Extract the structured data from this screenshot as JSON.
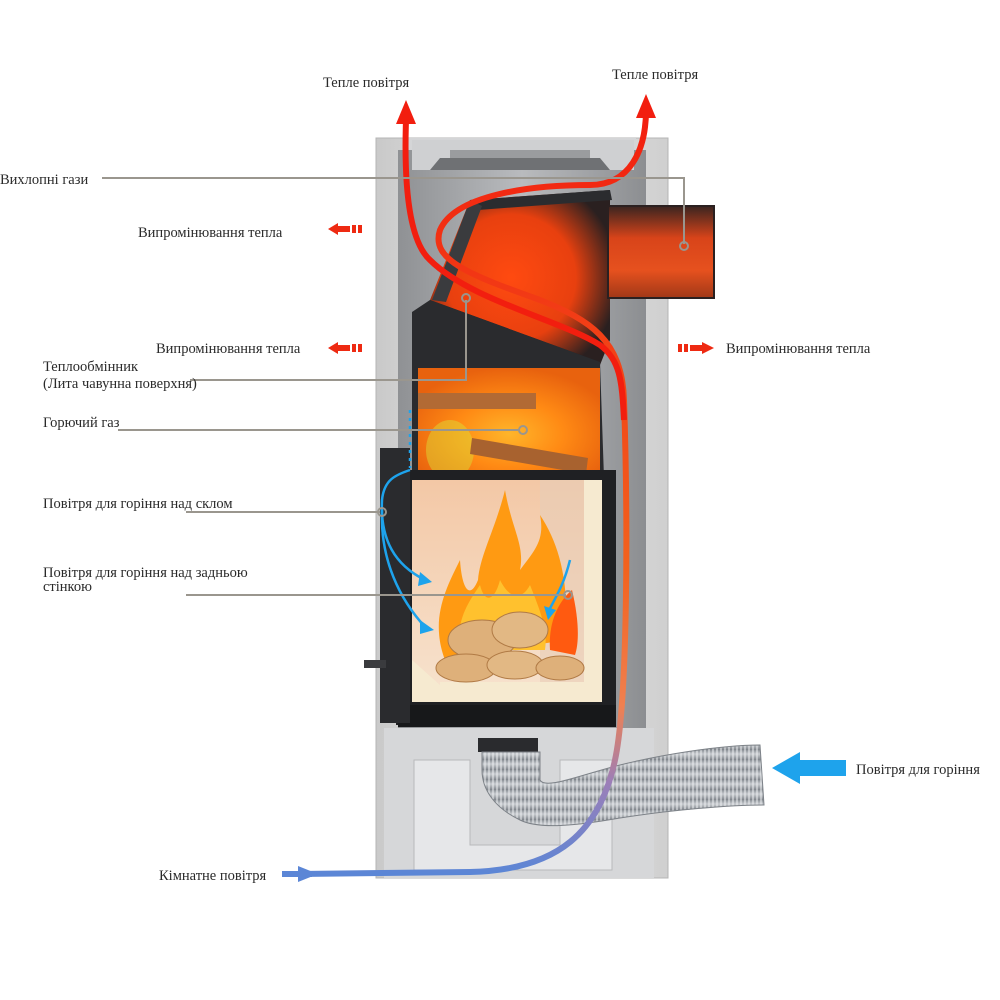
{
  "title": "Схема роботи каміна з теплообмінником",
  "labels": {
    "warm_air_left": "Тепле повітря",
    "warm_air_right": "Тепле повітря",
    "exhaust_gases": "Вихлопні гази",
    "heat_radiation_top_left": "Випромінювання тепла",
    "heat_radiation_mid_left": "Випромінювання тепла",
    "heat_radiation_right": "Випромінювання тепла",
    "heat_exchanger_line1": "Теплообмінник",
    "heat_exchanger_line2": "(Лита чавунна поверхня)",
    "combustible_gas": "Горючий газ",
    "combustion_air_over_glass": "Повітря для горіння над склом",
    "combustion_air_back_wall_line1": "Повітря для горіння над задньою",
    "combustion_air_back_wall_line2": "стінкою",
    "combustion_air": "Повітря для горіння",
    "room_air": "Кімнатне повітря"
  },
  "colors": {
    "hot_air": "#f21e0f",
    "radiation_arrow": "#ee2a12",
    "cold_air": "#5b86d6",
    "combustion_air": "#1ea3ec",
    "leader_line": "#9a968e",
    "casing": "#dcdcdc",
    "steel": "#2e3033",
    "firebrick": "#f6ead0",
    "flame": "#ff8c12"
  }
}
